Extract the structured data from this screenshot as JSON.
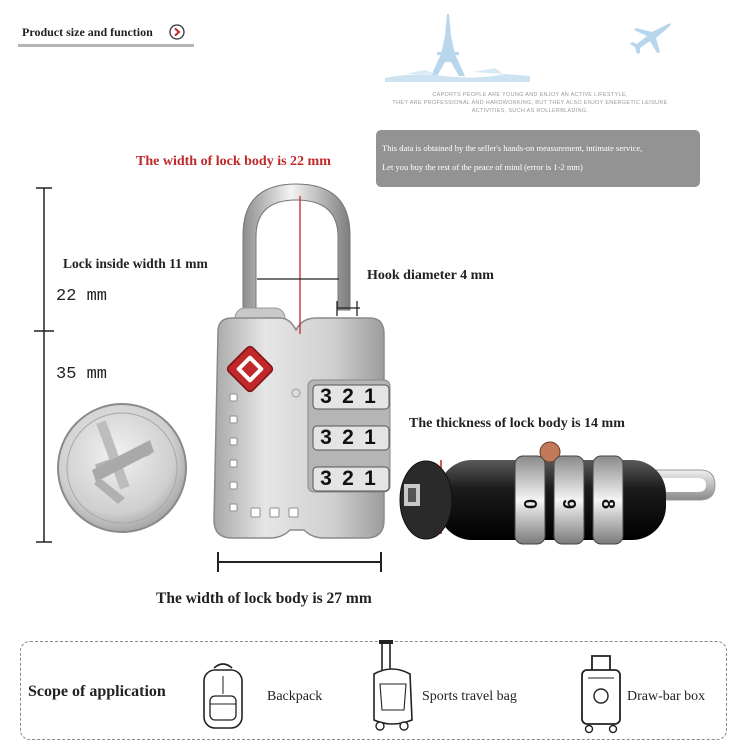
{
  "header": {
    "title": "Product size and function",
    "slogan_lines": [
      "CAPORTS PEOPLE ARE YOUNG AND ENJOY AN ACTIVE LIFESTYLE,",
      "THEY ARE PROFESSIONAL AND HARDWORKING, BUT THEY ALSO ENJOY ENERGETIC LEISURE",
      "ACTIVITIES, SUCH AS ROLLERBLADING."
    ]
  },
  "note": {
    "line1": "This data is obtained by the seller's hands-on measurement, intimate service,",
    "line2": "Let you buy the rest of the peace of mind (error is 1-2 mm)"
  },
  "dimensions": {
    "body_height_label": "The width of lock body is 22 mm",
    "inside_width_label": "Lock inside width 11 mm",
    "hook_diameter_label": "Hook diameter 4 mm",
    "shackle_height": "22 mm",
    "body_total_height": "35 mm",
    "thickness_label": "The thickness of lock body is 14 mm",
    "body_width_label": "The width of lock body is 27 mm"
  },
  "lock": {
    "dial_rows": [
      [
        "3",
        "2",
        "1"
      ],
      [
        "3",
        "2",
        "1"
      ],
      [
        "3",
        "2",
        "1"
      ]
    ]
  },
  "scope": {
    "title": "Scope of application",
    "items": [
      "Backpack",
      "Sports travel bag",
      "Draw-bar box"
    ]
  },
  "colors": {
    "accent_red": "#c0282a",
    "note_bg": "#8a8a8a",
    "lock_silver": "#c8c8c8",
    "tsa_red": "#c0282a"
  }
}
